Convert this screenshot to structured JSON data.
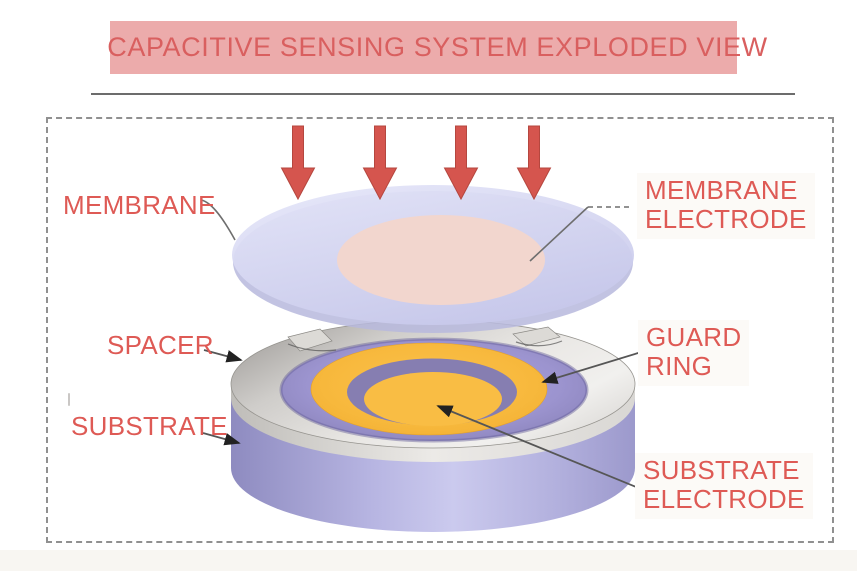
{
  "banner": {
    "title": "CAPACITIVE SENSING SYSTEM EXPLODED VIEW",
    "bg": "#ecabab",
    "text_color": "#d95f5f"
  },
  "labels": {
    "membrane": "MEMBRANE",
    "membrane_electrode": "MEMBRANE\nELECTRODE",
    "spacer": "SPACER",
    "guard_ring": "GUARD\nRING",
    "substrate": "SUBSTRATE",
    "substrate_electrode": "SUBSTRATE\nELECTRODE"
  },
  "pressure_arrows": {
    "count": 4,
    "direction": "down"
  },
  "colors": {
    "banner_bg": "#ecabab",
    "banner_text": "#d95f5f",
    "label_text": "#de5a55",
    "arrow_red": "#d5554e",
    "dashed_border": "#909090",
    "membrane_fill": "#d3d4f0",
    "membrane_electrode_fill": "#f2d6ce",
    "spacer_silver": "#dedcd9",
    "substrate_side_lavender": "#b6b4e1",
    "substrate_top_purple": "#9c94cf",
    "guard_gap_purple": "#867eb1",
    "electrode_yellow": "#f7b93d"
  }
}
